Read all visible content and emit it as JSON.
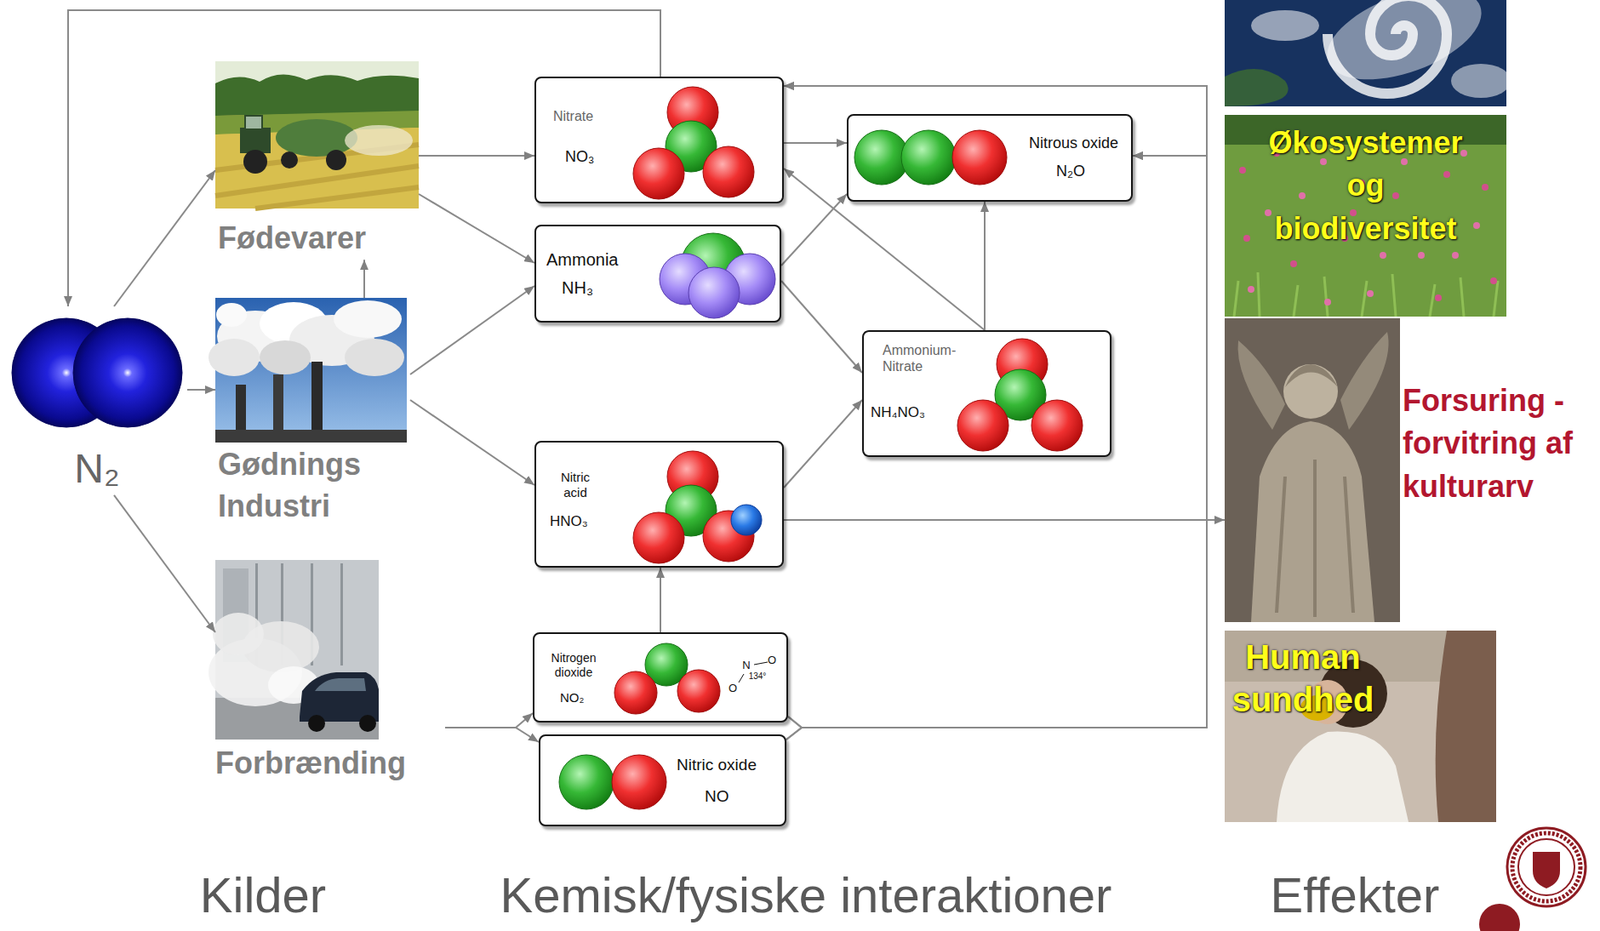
{
  "diagram": {
    "nodes": [
      {
        "text": [
          "N₂"
        ]
      },
      {
        "text": [
          "Fødevarer"
        ]
      },
      {
        "text": [
          "Gødnings Industri"
        ]
      },
      {
        "text": [
          "Forbrænding"
        ]
      },
      {
        "text": [
          "Nitrate",
          "NO₃"
        ]
      },
      {
        "text": [
          "Ammonia",
          "NH₃"
        ]
      },
      {
        "text": [
          "Nitric acid",
          "HNO₃"
        ]
      },
      {
        "text": [
          "Nitrogen dioxide",
          "NO₂"
        ]
      },
      {
        "text": [
          "Nitric oxide",
          "NO"
        ]
      },
      {
        "text": [
          "Nitrous oxide",
          "N₂O"
        ]
      },
      {
        "text": [
          "Ammonium- Nitrate",
          "NH₄NO₃"
        ]
      },
      {
        "text": [
          "Økosystemer og biodiversitet"
        ]
      },
      {
        "text": [
          "Forsuring - forvitring af kulturarv"
        ]
      },
      {
        "text": [
          "Human sundhed"
        ]
      }
    ],
    "edges": [
      {
        "from": 0,
        "to": 1,
        "arrow": "to"
      },
      {
        "from": 0,
        "to": 2,
        "arrow": "to"
      },
      {
        "from": 0,
        "to": 3,
        "arrow": "to"
      },
      {
        "from": 2,
        "to": 1,
        "arrow": "to"
      },
      {
        "from": 1,
        "to": 4,
        "arrow": "to"
      },
      {
        "from": 1,
        "to": 5,
        "arrow": "to"
      },
      {
        "from": 2,
        "to": 5,
        "arrow": "to"
      },
      {
        "from": 2,
        "to": 6,
        "arrow": "to"
      },
      {
        "from": 3,
        "to": 7,
        "arrow": "to"
      },
      {
        "from": 3,
        "to": 8,
        "arrow": "to"
      },
      {
        "from": 7,
        "to": 6,
        "arrow": "to"
      },
      {
        "from": 4,
        "to": 0,
        "arrow": "to"
      },
      {
        "from": 4,
        "to": 9,
        "arrow": "to"
      },
      {
        "from": 5,
        "to": 9,
        "arrow": "to"
      },
      {
        "from": 5,
        "to": 10,
        "arrow": "to"
      },
      {
        "from": 6,
        "to": 10,
        "arrow": "to"
      },
      {
        "from": 10,
        "to": 4,
        "arrow": "to"
      },
      {
        "from": 10,
        "to": 9,
        "arrow": "to"
      },
      {
        "from": 6,
        "to": 12,
        "arrow": "to"
      },
      {
        "from": 7,
        "to": 4,
        "arrow": "to"
      },
      {
        "from": 8,
        "to": 4,
        "arrow": "to"
      },
      {
        "from": 7,
        "to": 9,
        "arrow": "to"
      },
      {
        "from": 8,
        "to": 9,
        "arrow": "to"
      }
    ],
    "labels": [
      "Kilder",
      "Kemisk/fysiske interaktioner",
      "Effekter",
      "N",
      "O",
      "O",
      "134°"
    ]
  }
}
